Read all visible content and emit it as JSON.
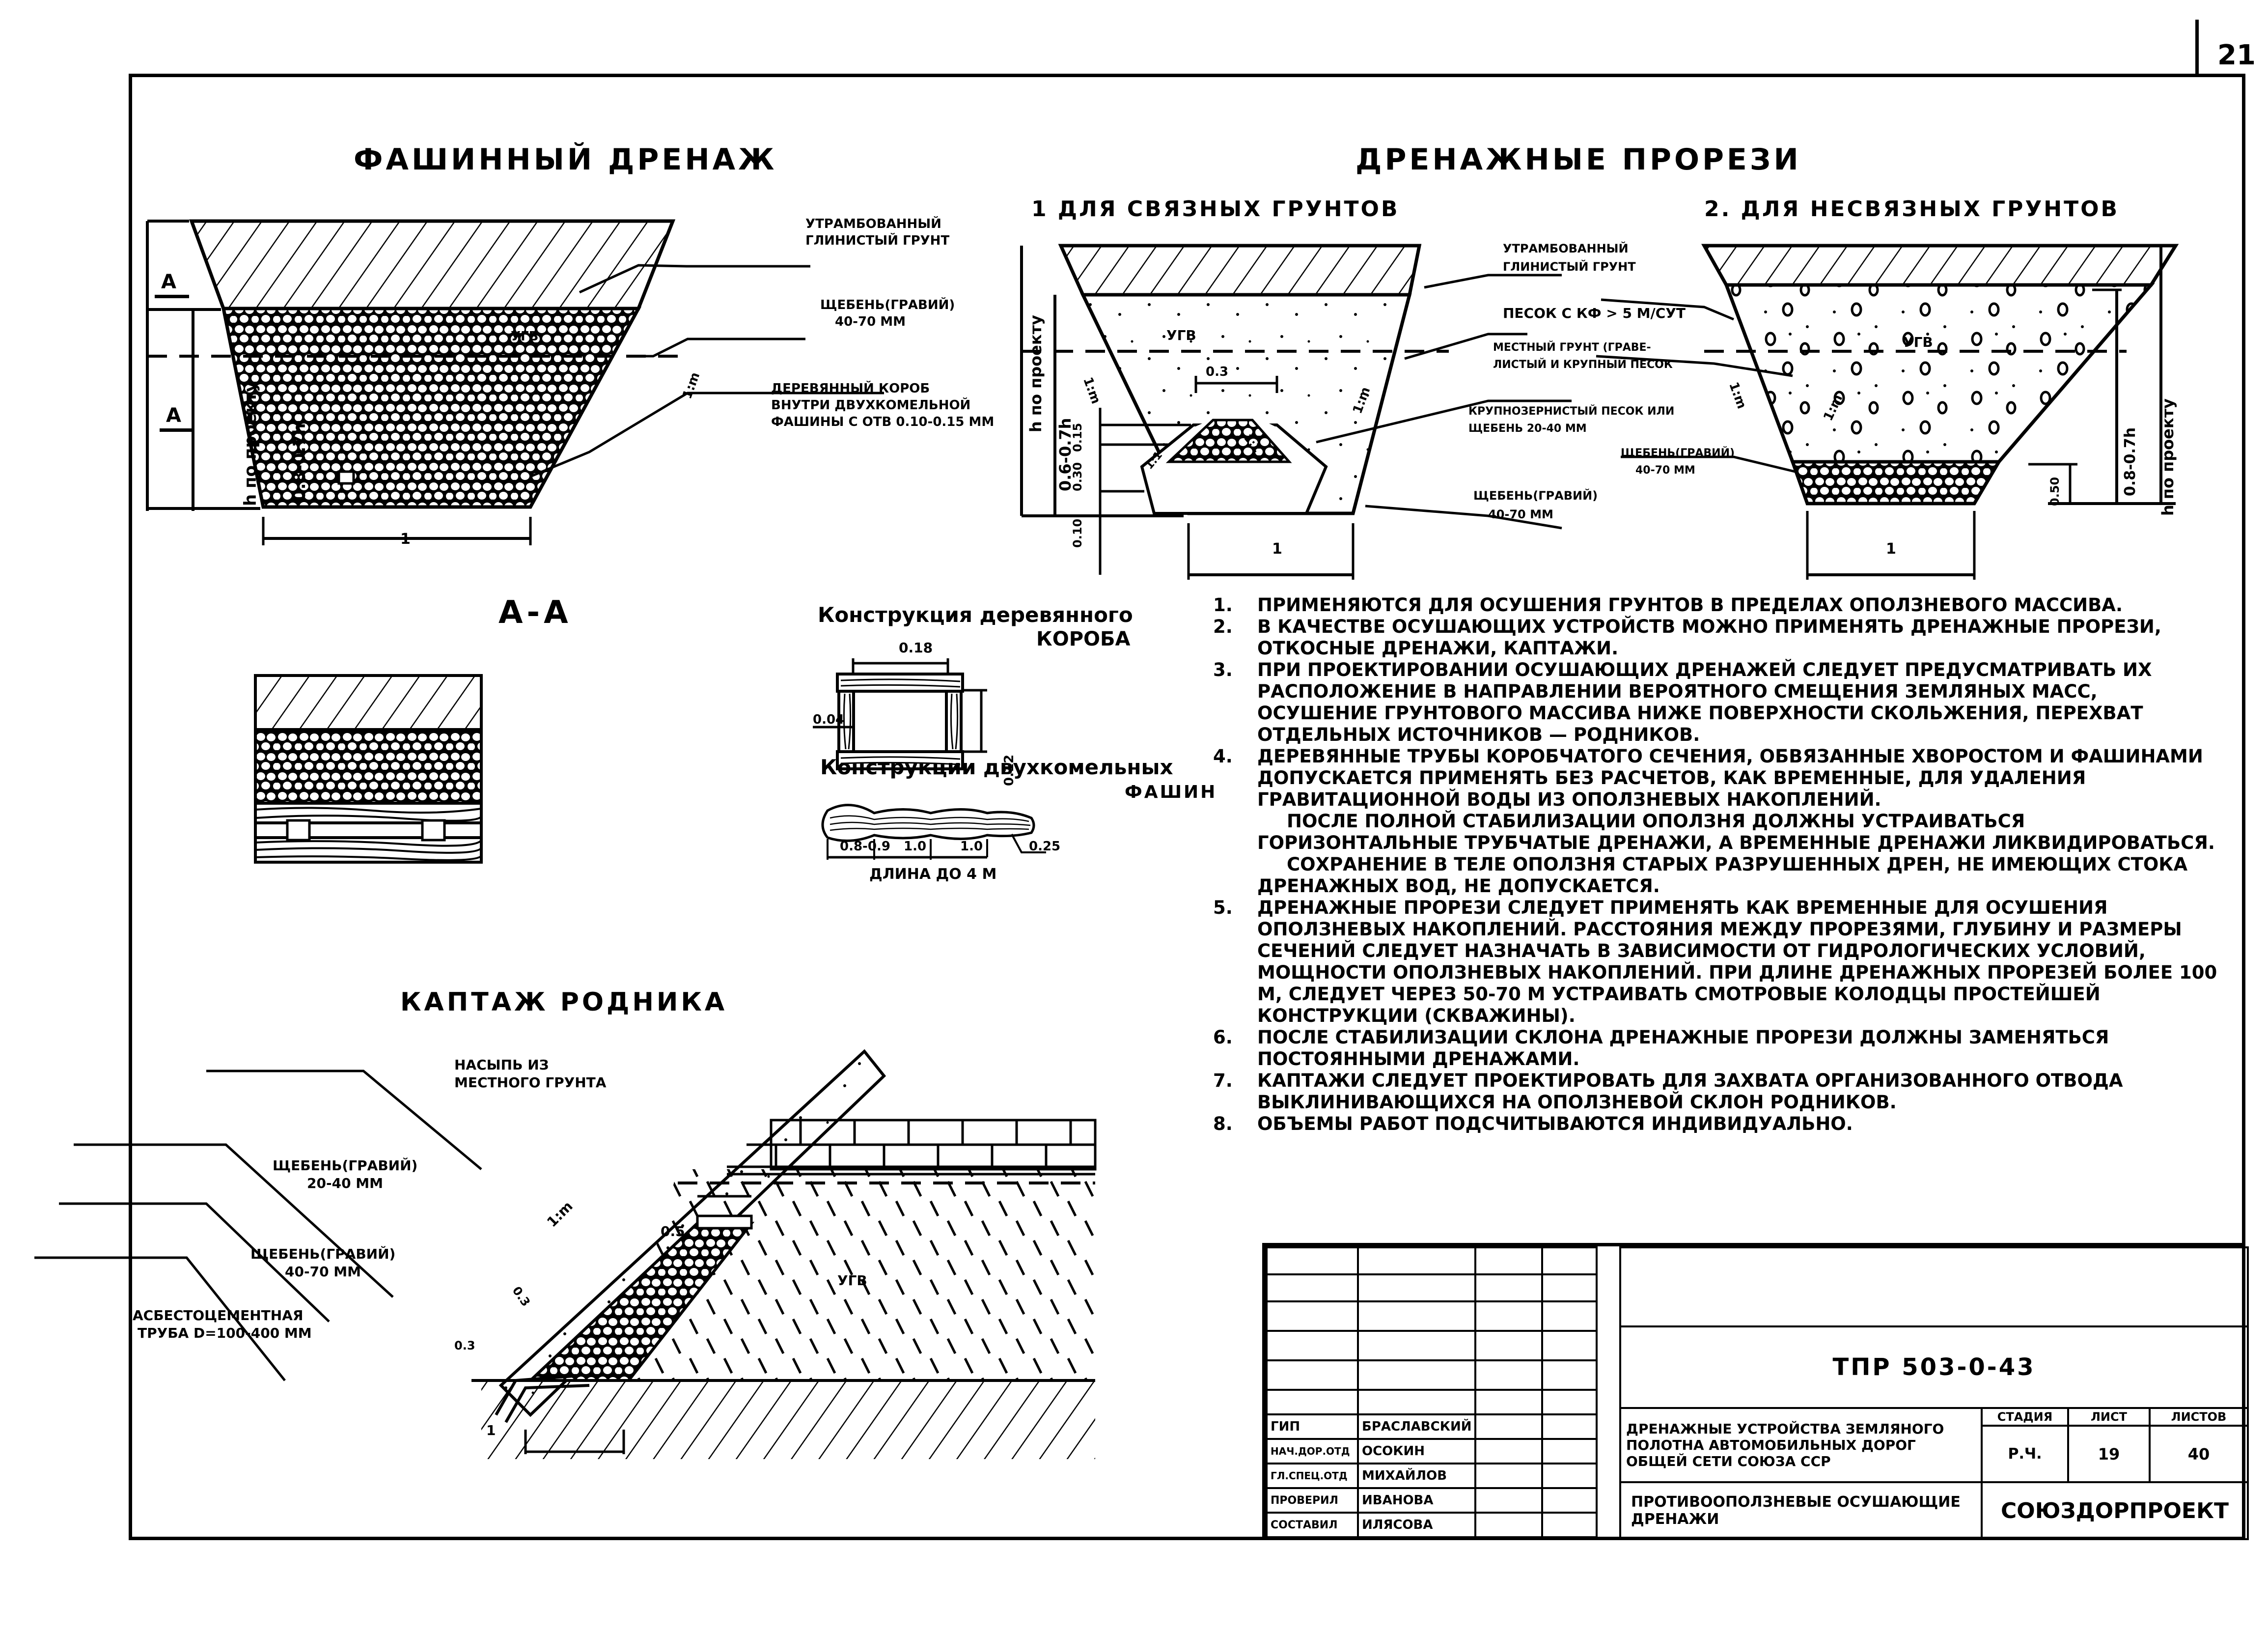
{
  "sheet": {
    "page_number": "21",
    "accent_color": "#000000",
    "background_color": "#ffffff"
  },
  "fascine_drain": {
    "title": "Фашинный дренаж",
    "section_marker": "А",
    "dim_depth": "h по проекту",
    "dim_partial": "0.8-0.7h",
    "dim_width": "1",
    "slope_label": "1:m",
    "water_level": "УГВ",
    "labels": [
      {
        "line1": "утрамбованный",
        "line2": "глинистый грунт"
      },
      {
        "line1": "щебень(гравий)",
        "line2": "40-70 мм"
      },
      {
        "line1": "деревянный короб",
        "line2": "внутри двухкомельной",
        "line3": "фашины с отв 0.10-0.15 мм"
      }
    ]
  },
  "drainage_cuts": {
    "title": "Дренажные прорези",
    "cohesive": {
      "subtitle": "1 Для связных грунтов",
      "dim_depth": "h по проекту",
      "dim_partial": "0.6-0.7h",
      "dims_small": [
        "0.15",
        "0.30",
        "0.10"
      ],
      "dim_top": "0.3",
      "dim_width": "1",
      "slope_label": "1:m",
      "slope_small": "1:1",
      "water_level": "УГВ"
    },
    "middle_labels": [
      {
        "line1": "утрамбованный",
        "line2": "глинистый грунт"
      },
      {
        "line1": "песок с Кф > 5 м/сут",
        "line2": ""
      },
      {
        "line1": "местный грунт (граве-",
        "line2": "листый и крупный песок"
      },
      {
        "line1": "крупнозернистый песок или",
        "line2": "щебень 20-40 мм"
      },
      {
        "line1": "щебень(гравий)",
        "line2": "40-70 мм"
      },
      {
        "line1": "щебень(гравий)",
        "line2": "40-70 мм"
      }
    ],
    "noncohesive": {
      "subtitle": "2. Для несвязных грунтов",
      "dim_depth": "h по проекту",
      "dim_partial": "0.8-0.7h",
      "dim_bottom": "0.50",
      "dim_width": "1",
      "slope_label": "1:m",
      "water_level": "УГВ"
    }
  },
  "section_aa": {
    "title": "А-А"
  },
  "wooden_box": {
    "title_line1": "Конструкция деревянного",
    "title_line2": "короба",
    "dim_width": "0.18",
    "dim_height": "0.12",
    "dim_thickness": "0.04"
  },
  "fascine_construction": {
    "title_line1": "Конструкции двухкомельных",
    "title_line2": "фашин",
    "segments": [
      "0.8-0.9",
      "1.0",
      "1.0"
    ],
    "dim_diameter": "0.25",
    "length_caption": "длина до 4 м"
  },
  "spring_capture": {
    "title": "Каптаж родника",
    "slope_label": "1:m",
    "dim_top": "0.5",
    "dim_layer": "0.3",
    "dim_pipe": "0.3",
    "dim_bottom": "1",
    "water_level": "УГВ",
    "labels": [
      {
        "line1": "насыпь из",
        "line2": "местного грунта"
      },
      {
        "line1": "щебень(гравий)",
        "line2": "20-40 мм"
      },
      {
        "line1": "щебень(гравий)",
        "line2": "40-70 мм"
      },
      {
        "line1": "асбестоцементная",
        "line2": "труба d=100-400 мм"
      }
    ]
  },
  "notes": [
    {
      "num": "1.",
      "text": "Применяются для осушения грунтов в пределах оползневого массива."
    },
    {
      "num": "2.",
      "text": "В качестве осушающих устройств можно применять дренажные прорези, откосные дренажи, каптажи."
    },
    {
      "num": "3.",
      "text": "При проектировании осушающих дренажей следует предусматривать их расположение в направлении вероятного смещения земляных масс, осушение грунтового массива ниже поверхности скольжения, перехват отдельных источников — родников."
    },
    {
      "num": "4.",
      "text": "Деревянные трубы коробчатого сечения, обвязанные хворостом и фашинами допускается применять без расчетов, как временные, для удаления гравитационной воды из оползневых накоплений."
    },
    {
      "num": "",
      "text": "После полной стабилизации оползня должны устраиваться горизонтальные трубчатые дренажи, а временные дренажи ликвидироваться."
    },
    {
      "num": "",
      "text": "Сохранение в теле оползня старых разрушенных дрен, не имеющих стока дренажных вод, не допускается."
    },
    {
      "num": "5.",
      "text": "Дренажные прорези следует применять как временные для осушения оползневых накоплений. Расстояния между прорезями, глубину и размеры сечений следует назначать в зависимости от гидрологических условий, мощности оползневых накоплений. При длине дренажных прорезей более 100 м, следует через 50-70 м устраивать смотровые колодцы простейшей конструкции (скважины)."
    },
    {
      "num": "6.",
      "text": "После стабилизации склона дренажные прорези должны заменяться постоянными дренажами."
    },
    {
      "num": "7.",
      "text": "Каптажи следует проектировать для захвата организованного отвода выклинивающихся на оползневой склон родников."
    },
    {
      "num": "8.",
      "text": "Объемы работ подсчитываются индивидуально."
    }
  ],
  "title_block": {
    "document_code": "ТПР 503-0-43",
    "project_title": "Дренажные устройства земляного полотна автомобильных дорог общей сети Союза ССР",
    "sheet_title": "Противооползневые осушающие дренажи",
    "organization": "СОЮЗДОРПРОЕКТ",
    "stage_header": "Стадия",
    "sheet_header": "Лист",
    "sheets_header": "Листов",
    "stage": "Р.Ч.",
    "sheet": "19",
    "sheets_total": "40",
    "signatories": [
      {
        "role": "ГИП",
        "name": "Браславский"
      },
      {
        "role": "Нач.дор.отд",
        "name": "Осокин"
      },
      {
        "role": "Гл.спец.отд",
        "name": "Михайлов"
      },
      {
        "role": "Проверил",
        "name": "Иванова"
      },
      {
        "role": "Составил",
        "name": "Илясова"
      }
    ]
  }
}
